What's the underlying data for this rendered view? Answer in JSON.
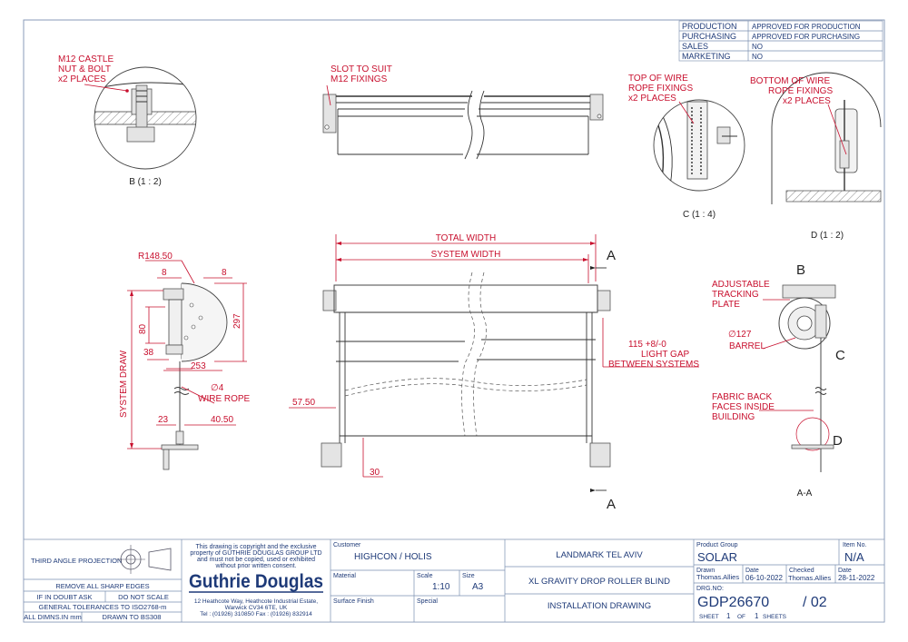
{
  "approval": {
    "rows": [
      {
        "dept": "PRODUCTION",
        "status": "APPROVED FOR PRODUCTION"
      },
      {
        "dept": "PURCHASING",
        "status": "APPROVED FOR PURCHASING"
      },
      {
        "dept": "SALES",
        "status": "NO"
      },
      {
        "dept": "MARKETING",
        "status": "NO"
      }
    ]
  },
  "views": {
    "b": {
      "caption": "B (1 : 2)",
      "note": [
        "M12 CASTLE",
        "NUT & BOLT",
        "x2 PLACES"
      ]
    },
    "c": {
      "caption": "C (1 : 4)",
      "note": [
        "TOP OF WIRE",
        "ROPE FIXINGS",
        "x2 PLACES"
      ]
    },
    "d": {
      "caption": "D (1 : 2)",
      "note": [
        "BOTTOM OF WIRE",
        "ROPE FIXINGS",
        "x2 PLACES"
      ]
    },
    "aa": {
      "caption": "A-A",
      "letter_b": "B",
      "letter_c": "C",
      "letter_d": "D",
      "note_plate": [
        "ADJUSTABLE",
        "TRACKING",
        "PLATE"
      ],
      "note_barrel_dia": "∅127",
      "note_barrel": "BARREL",
      "note_fabric": [
        "FABRIC BACK",
        "FACES INSIDE",
        "BUILDING"
      ]
    }
  },
  "top_view": {
    "note": [
      "SLOT TO SUIT",
      "M12 FIXINGS"
    ]
  },
  "front_view": {
    "total_width": "TOTAL WIDTH",
    "system_width": "SYSTEM WIDTH",
    "section_letter": "A",
    "light_gap": [
      "115 +8/-0",
      "LIGHT GAP",
      "BETWEEN SYSTEMS"
    ],
    "dim_left": "57.50",
    "dim_bottom": "30"
  },
  "side_view": {
    "radius": "R148.50",
    "dim_8a": "8",
    "dim_8b": "8",
    "dim_297": "297",
    "dim_80": "80",
    "dim_38": "38",
    "dim_253": "253",
    "wire_dia": "∅4",
    "wire": "WIRE ROPE",
    "dim_23": "23",
    "dim_40": "40.50",
    "system_drop": "SYSTEM DRAW"
  },
  "title_block": {
    "projection": "THIRD ANGLE PROJECTION",
    "notes": [
      "REMOVE ALL SHARP EDGES"
    ],
    "doubt": "IF IN DOUBT ASK",
    "noscale": "DO NOT SCALE",
    "tolerance": "GENERAL TOLERANCES TO ISO2768-m",
    "dimns": "ALL DIMNS.IN mm",
    "drawn_to": "DRAWN TO BS308",
    "copyright": [
      "This drawing is copyright and the exclusive",
      "property of GUTHRIE DOUGLAS GROUP LTD",
      "and must not be copied, used or exhibited",
      "without prior written consent."
    ],
    "company": "Guthrie Douglas",
    "address": [
      "12 Heathcote Way, Heathcote Industrial Estate,",
      "Warwick CV34 6TE, UK",
      "Tel : (01926) 310850  Fax : (01926) 832914"
    ],
    "customer_label": "Customer",
    "customer": "HIGHCON / HOLIS",
    "material_label": "Material",
    "scale_label": "Scale",
    "scale": "1:10",
    "size_label": "Size",
    "size": "A3",
    "surface_label": "Surface Finish",
    "special_label": "Special",
    "title1": "LANDMARK TEL AVIV",
    "title2": "XL GRAVITY DROP ROLLER BLIND",
    "title3": "INSTALLATION DRAWING",
    "product_group_label": "Product Group",
    "product_group": "SOLAR",
    "item_no_label": "Item No.",
    "item_no": "N/A",
    "drawn_label": "Drawn",
    "drawn": "Thomas.Allies",
    "date_label": "Date",
    "date1": "06-10-2022",
    "checked_label": "Checked",
    "checked": "Thomas.Allies",
    "date2_label": "Date",
    "date2": "28-11-2022",
    "drg_label": "DRG.NO:",
    "drg_no": "GDP26670",
    "rev": "/ 02",
    "sheet_word": "SHEET",
    "sheet": "1",
    "of_word": "OF",
    "sheets": "1",
    "sheets_word": "SHEETS"
  }
}
